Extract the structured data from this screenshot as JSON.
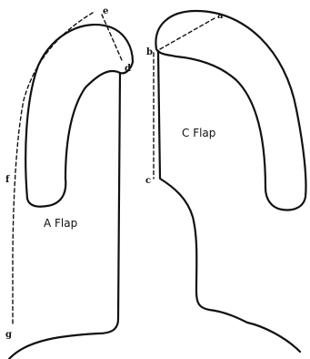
{
  "flap_labels": {
    "a_flap": "A Flap",
    "c_flap": "C Flap"
  },
  "points": {
    "a": "a",
    "b": "b",
    "c": "c",
    "d": "d",
    "e": "e",
    "f": "f",
    "g": "g"
  }
}
